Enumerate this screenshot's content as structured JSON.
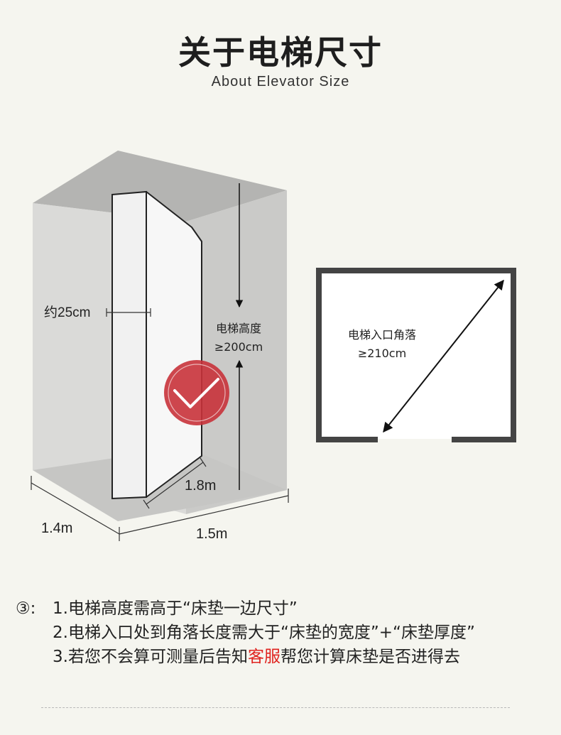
{
  "header": {
    "title": "关于电梯尺寸",
    "subtitle": "About Elevator Size"
  },
  "diagram": {
    "thickness_label": "约25cm",
    "height_label_line1": "电梯高度",
    "height_label_line2": "≥200cm",
    "mattress_length_label": "1.8m",
    "depth_label": "1.4m",
    "width_label": "1.5m",
    "corner_label_line1": "电梯入口角落",
    "corner_label_line2": "≥210cm"
  },
  "notes": {
    "marker": "③:",
    "item1": "1.电梯高度需高于“床垫一边尺寸”",
    "item2": "2.电梯入口处到角落长度需大于“床垫的宽度”+“床垫厚度”",
    "item3_pre": "3.若您不会算可测量后告知",
    "item3_highlight": "客服",
    "item3_post": "帮您计算床垫是否进得去"
  },
  "colors": {
    "check_circle": "#c8323a",
    "highlight": "#e0221e",
    "frame": "#444444"
  }
}
